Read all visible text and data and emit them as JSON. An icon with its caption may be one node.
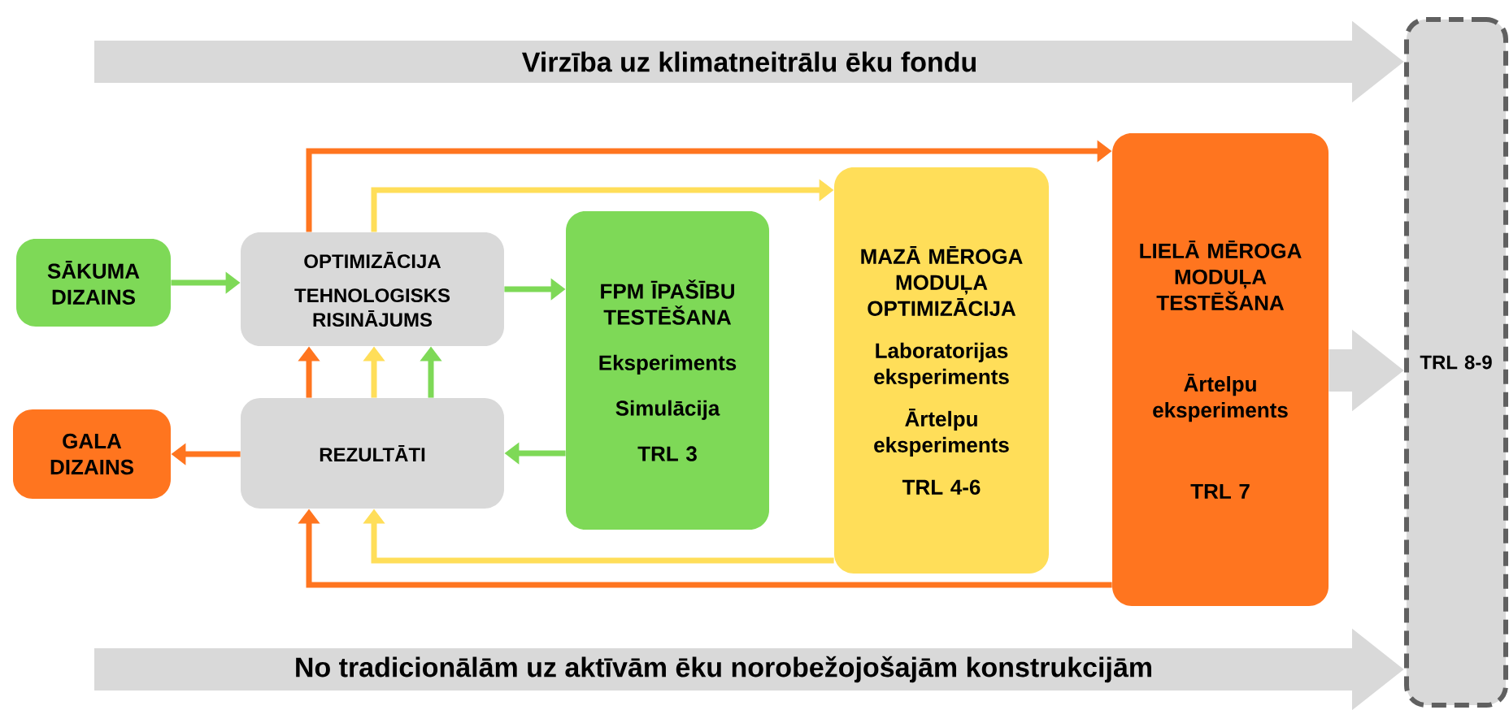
{
  "diagram": {
    "nodes": [
      {
        "text": [
          "SĀKUMA DIZAINS"
        ]
      },
      {
        "text": [
          "OPTIMIZĀCIJA",
          "TEHNOLOGISKS RISINĀJUMS"
        ]
      },
      {
        "text": [
          "GALA DIZAINS"
        ]
      },
      {
        "text": [
          "REZULTĀTI"
        ]
      },
      {
        "text": [
          "FPM ĪPAŠĪBU TESTĒŠANA",
          "Eksperiments",
          "Simulācija",
          "TRL 3"
        ]
      },
      {
        "text": [
          "MAZĀ MĒROGA MODUĻA OPTIMIZĀCIJA",
          "Laboratorijas eksperiments",
          "Ārtelpu eksperiments",
          "TRL 4-6"
        ]
      },
      {
        "text": [
          "LIELĀ MĒROGA MODUĻA TESTĒŠANA",
          "Ārtelpu eksperiments",
          "TRL 7"
        ]
      },
      {
        "text": [
          "TRL 8-9"
        ]
      }
    ],
    "edges": [
      {
        "from": 0,
        "to": 1,
        "arrow": "to",
        "color": "#7ed957"
      },
      {
        "from": 1,
        "to": 4,
        "arrow": "to",
        "color": "#7ed957"
      },
      {
        "from": 4,
        "to": 3,
        "arrow": "to",
        "color": "#7ed957"
      },
      {
        "from": 3,
        "to": 2,
        "arrow": "to",
        "color": "#ff751f"
      },
      {
        "from": 3,
        "to": 1,
        "arrow": "to",
        "color": "#ff751f"
      },
      {
        "from": 3,
        "to": 1,
        "arrow": "to",
        "color": "#ffde59"
      },
      {
        "from": 3,
        "to": 1,
        "arrow": "to",
        "color": "#7ed957"
      },
      {
        "from": 1,
        "to": 6,
        "arrow": "to",
        "color": "#ff751f"
      },
      {
        "from": 1,
        "to": 5,
        "arrow": "to",
        "color": "#ffde59"
      },
      {
        "from": 6,
        "to": 3,
        "arrow": "to",
        "color": "#ff751f"
      },
      {
        "from": 5,
        "to": 3,
        "arrow": "to",
        "color": "#ffde59"
      },
      {
        "from": 6,
        "to": 7,
        "arrow": "to",
        "style": "thick",
        "color": "#d9d9d9"
      },
      {
        "from": null,
        "to": 7,
        "arrow": "to",
        "style": "thick",
        "color": "#d9d9d9",
        "label": "Virzība uz klimatneitrālu ēku fondu"
      },
      {
        "from": null,
        "to": 7,
        "arrow": "to",
        "style": "thick",
        "color": "#d9d9d9",
        "label": "No tradicionālām uz aktīvām ēku norobežojošajām konstrukcijām"
      }
    ]
  }
}
